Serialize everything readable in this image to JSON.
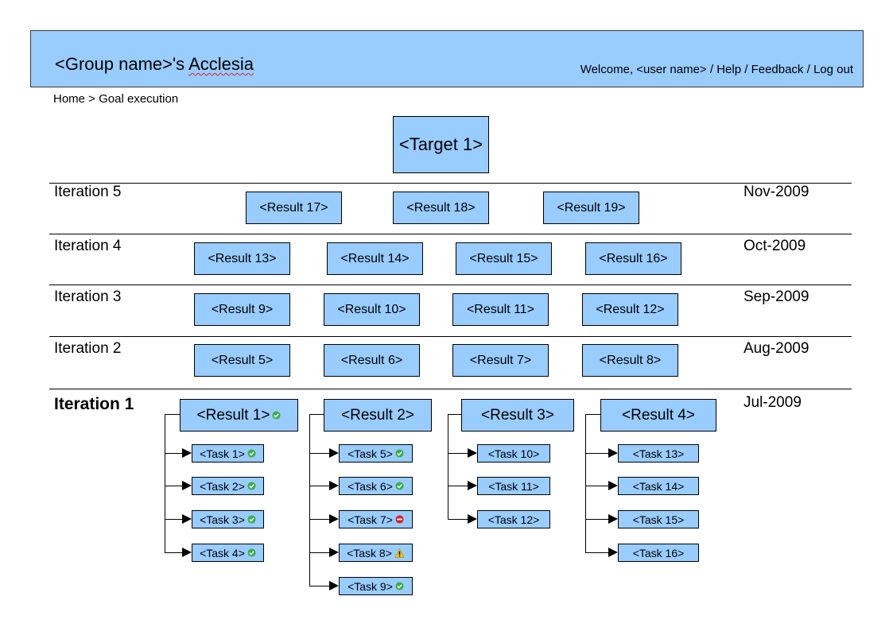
{
  "header": {
    "group_name": "<Group name>'s",
    "brand": "Acclesia",
    "welcome": "Welcome, <user name>",
    "sep1": " / ",
    "help": "Help",
    "sep2": " / ",
    "feedback": "Feedback",
    "sep3": " / ",
    "logout": "Log out"
  },
  "breadcrumb": {
    "home": "Home",
    "separator": " > ",
    "current": "Goal execution"
  },
  "target": {
    "label": "<Target 1>"
  },
  "iterations": [
    {
      "label": "Iteration 5",
      "date": "Nov-2009"
    },
    {
      "label": "Iteration 4",
      "date": "Oct-2009"
    },
    {
      "label": "Iteration 3",
      "date": "Sep-2009"
    },
    {
      "label": "Iteration 2",
      "date": "Aug-2009"
    },
    {
      "label": "Iteration 1",
      "date": "Jul-2009"
    }
  ],
  "results": {
    "r1": "<Result 1>",
    "r2": "<Result 2>",
    "r3": "<Result 3>",
    "r4": "<Result 4>",
    "r5": "<Result 5>",
    "r6": "<Result 6>",
    "r7": "<Result 7>",
    "r8": "<Result 8>",
    "r9": "<Result 9>",
    "r10": "<Result 10>",
    "r11": "<Result 11>",
    "r12": "<Result 12>",
    "r13": "<Result 13>",
    "r14": "<Result 14>",
    "r15": "<Result 15>",
    "r16": "<Result 16>",
    "r17": "<Result 17>",
    "r18": "<Result 18>",
    "r19": "<Result 19>"
  },
  "result_status": {
    "r1": "done"
  },
  "tasks": {
    "t1": "<Task 1>",
    "t2": "<Task 2>",
    "t3": "<Task 3>",
    "t4": "<Task 4>",
    "t5": "<Task 5>",
    "t6": "<Task 6>",
    "t7": "<Task 7>",
    "t8": "<Task 8>",
    "t9": "<Task 9>",
    "t10": "<Task 10>",
    "t11": "<Task 11>",
    "t12": "<Task 12>",
    "t13": "<Task 13>",
    "t14": "<Task 14>",
    "t15": "<Task 15>",
    "t16": "<Task 16>"
  },
  "task_status": {
    "t1": "done",
    "t2": "done",
    "t3": "done",
    "t4": "done",
    "t5": "done",
    "t6": "done",
    "t7": "blocked",
    "t8": "warning",
    "t9": "done"
  },
  "colors": {
    "box_fill": "#99ccff",
    "header_fill": "#99ccff",
    "done": "#3cb043",
    "blocked": "#e02020",
    "warning": "#f2c200"
  },
  "icons": {
    "done": "check-circle-icon",
    "blocked": "no-entry-icon",
    "warning": "warning-triangle-icon"
  }
}
